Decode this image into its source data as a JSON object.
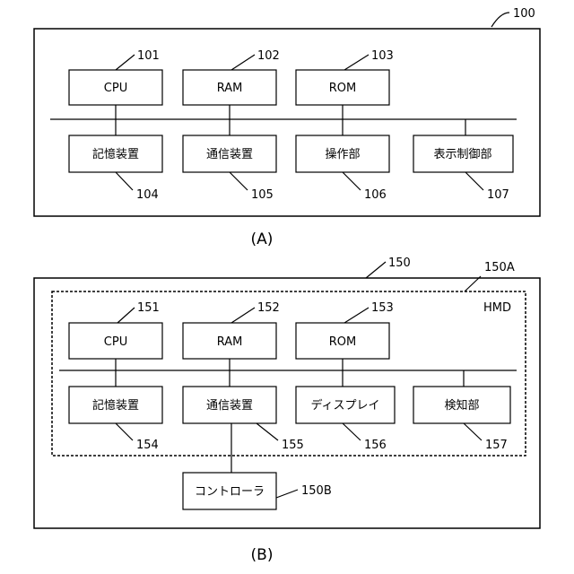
{
  "figure_a": {
    "caption": "(A)",
    "ref": "100",
    "blocks": [
      {
        "label": "CPU",
        "ref": "101"
      },
      {
        "label": "RAM",
        "ref": "102"
      },
      {
        "label": "ROM",
        "ref": "103"
      },
      {
        "label": "記憶装置",
        "ref": "104"
      },
      {
        "label": "通信装置",
        "ref": "105"
      },
      {
        "label": "操作部",
        "ref": "106"
      },
      {
        "label": "表示制御部",
        "ref": "107"
      }
    ]
  },
  "figure_b": {
    "caption": "(B)",
    "ref": "150",
    "hmd_ref": "150A",
    "hmd_label": "HMD",
    "blocks": [
      {
        "label": "CPU",
        "ref": "151"
      },
      {
        "label": "RAM",
        "ref": "152"
      },
      {
        "label": "ROM",
        "ref": "153"
      },
      {
        "label": "記憶装置",
        "ref": "154"
      },
      {
        "label": "通信装置",
        "ref": "155"
      },
      {
        "label": "ディスプレイ",
        "ref": "156"
      },
      {
        "label": "検知部",
        "ref": "157"
      }
    ],
    "controller": {
      "label": "コントローラ",
      "ref": "150B"
    }
  }
}
